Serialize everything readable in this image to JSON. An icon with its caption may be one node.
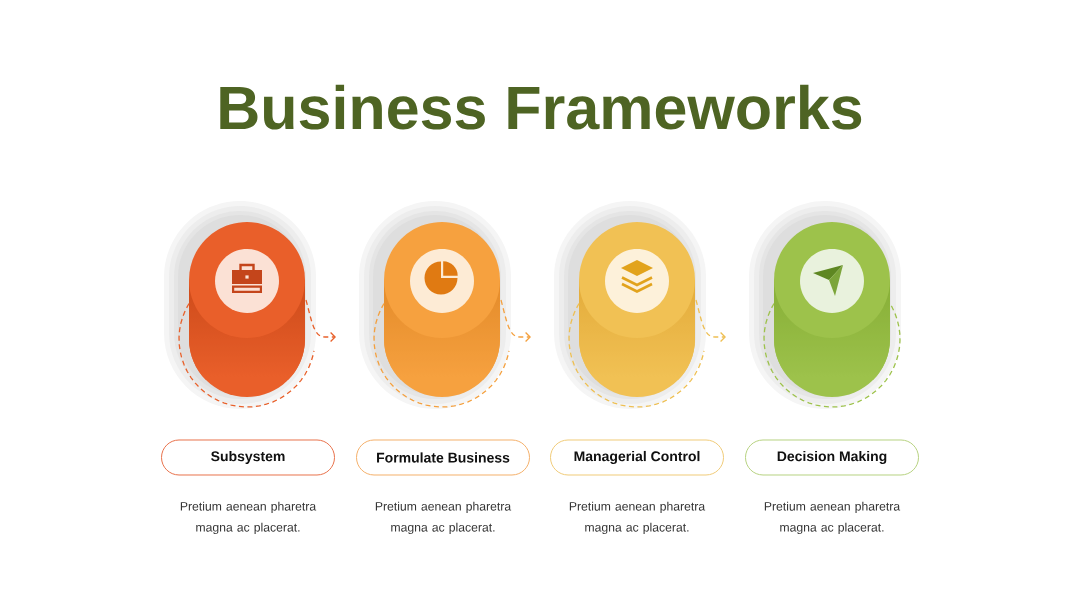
{
  "diagram": {
    "title": "Business Frameworks",
    "nodes": [
      {
        "text": [],
        "shape": "cylinder"
      },
      {
        "text": [],
        "shape": "cylinder"
      },
      {
        "text": [],
        "shape": "cylinder"
      },
      {
        "text": [],
        "shape": "cylinder"
      },
      {
        "text": [
          "Subsystem"
        ],
        "beside": [
          "Pretium aenean pharetra magna ac placerat."
        ]
      },
      {
        "text": [
          "Formulate Business"
        ],
        "beside": [
          "Pretium aenean pharetra magna ac placerat."
        ]
      },
      {
        "text": [
          "Managerial Control"
        ],
        "beside": [
          "Pretium aenean pharetra magna ac placerat."
        ]
      },
      {
        "text": [
          "Decision Making"
        ],
        "beside": [
          "Pretium aenean pharetra magna ac placerat."
        ]
      }
    ],
    "edges": [
      {
        "from": 0,
        "to": null,
        "arrow": "to",
        "style": "dashed",
        "color": "#e8602a"
      },
      {
        "from": 1,
        "to": null,
        "arrow": "to",
        "style": "dashed",
        "color": "#f4a03e"
      },
      {
        "from": 2,
        "to": null,
        "arrow": "to",
        "style": "dashed",
        "color": "#eebf52"
      }
    ]
  }
}
